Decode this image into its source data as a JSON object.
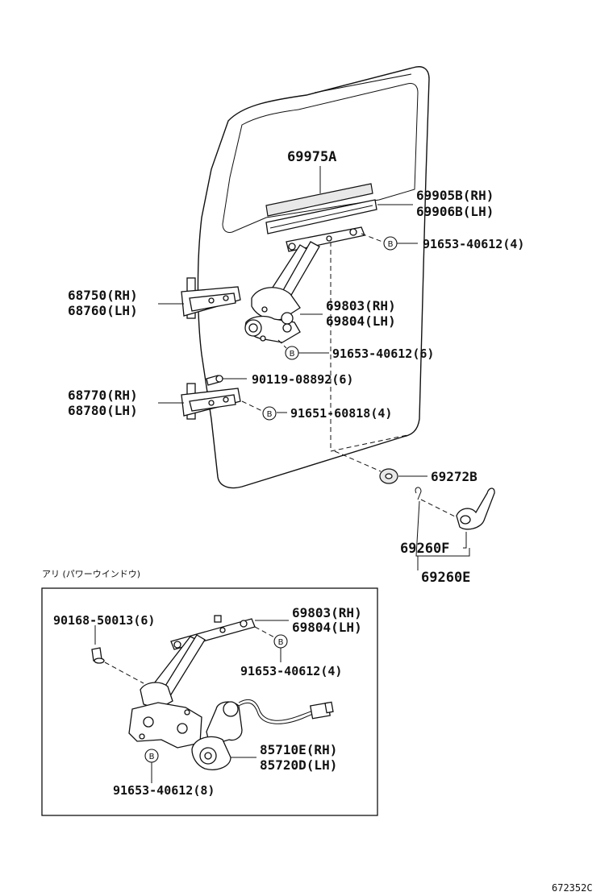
{
  "labels": {
    "p69975A": "69975A",
    "p69905B": "69905B(RH)",
    "p69906B": "69906B(LH)",
    "p91653_a": "91653-40612(4)",
    "p68750": "68750(RH)",
    "p68760": "68760(LH)",
    "p69803_a": "69803(RH)",
    "p69804_a": "69804(LH)",
    "p91653_b": "91653-40612(6)",
    "p90119": "90119-08892(6)",
    "p68770": "68770(RH)",
    "p68780": "68780(LH)",
    "p91651": "91651-60818(4)",
    "p69272B": "69272B",
    "p69260F": "69260F",
    "p69260E": "69260E",
    "power_window_note": "アリ (パワーウインドウ)",
    "p90168": "90168-50013(6)",
    "p69803_b": "69803(RH)",
    "p69804_b": "69804(LH)",
    "p91653_c": "91653-40612(4)",
    "p85710E": "85710E(RH)",
    "p85720D": "85720D(LH)",
    "p91653_d": "91653-40612(8)",
    "figure_code": "672352C"
  },
  "bolt_marker": "B"
}
